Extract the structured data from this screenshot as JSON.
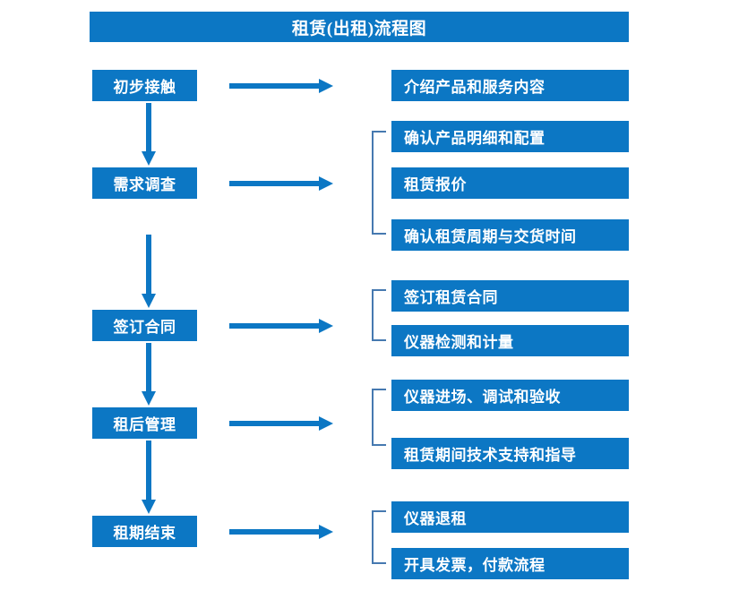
{
  "diagram": {
    "title": "租赁(出租)流程图",
    "colors": {
      "box_blue": "#0C77C4",
      "bracket_blue": "#4679B0",
      "text_white": "#FFFFFF",
      "background": "#FFFFFF"
    },
    "stages": [
      {
        "label": "初步接触"
      },
      {
        "label": "需求调查"
      },
      {
        "label": "签订合同"
      },
      {
        "label": "租后管理"
      },
      {
        "label": "租期结束"
      }
    ],
    "details": [
      {
        "label": "介绍产品和服务内容"
      },
      {
        "label": "确认产品明细和配置"
      },
      {
        "label": "租赁报价"
      },
      {
        "label": "确认租赁周期与交货时间"
      },
      {
        "label": "签订租赁合同"
      },
      {
        "label": "仪器检测和计量"
      },
      {
        "label": "仪器进场、调试和验收"
      },
      {
        "label": "租赁期间技术支持和指导"
      },
      {
        "label": "仪器退租"
      },
      {
        "label": "开具发票，付款流程"
      }
    ]
  }
}
